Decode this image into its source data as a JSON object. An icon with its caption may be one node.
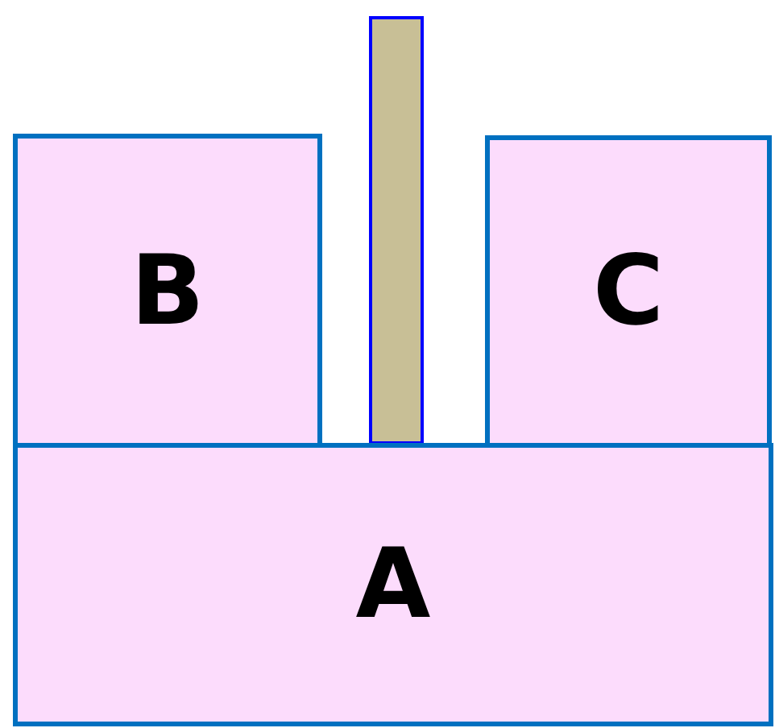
{
  "diagram": {
    "nodes": [
      {
        "text": [
          "B"
        ]
      },
      {
        "text": [],
        "shape": "bar"
      },
      {
        "text": [
          "C"
        ]
      },
      {
        "text": [
          "A"
        ]
      }
    ]
  }
}
